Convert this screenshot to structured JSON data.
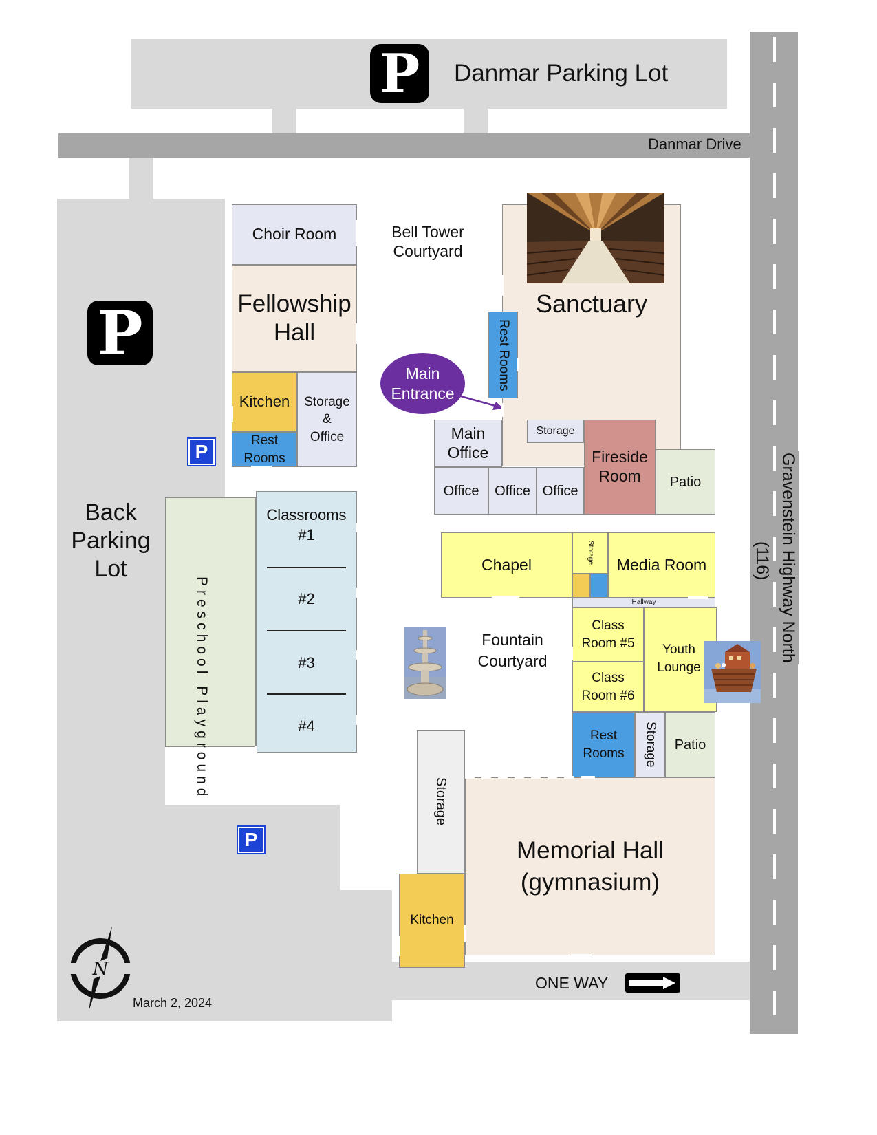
{
  "top_parking": {
    "label": "Danmar Parking Lot",
    "parking_symbol": "P"
  },
  "roads": {
    "danmar_drive": "Danmar Drive",
    "highway": "Gravenstein Highway North",
    "highway_number": "(116)",
    "one_way": "ONE WAY"
  },
  "back_parking": {
    "label_lines": [
      "Back",
      "Parking",
      "Lot"
    ],
    "parking_symbol": "P",
    "accessible_symbol": "P"
  },
  "lower_parking": {
    "accessible_symbol": "P"
  },
  "rooms": {
    "choir_room": "Choir Room",
    "fellowship_hall_lines": [
      "Fellowship",
      "Hall"
    ],
    "kitchen_north": "Kitchen",
    "rest_rooms_north_lines": [
      "Rest",
      "Rooms"
    ],
    "storage_office_lines": [
      "Storage",
      "&",
      "Office"
    ],
    "classrooms_1_lines": [
      "Classrooms",
      "#1"
    ],
    "classroom_2": "#2",
    "classroom_3": "#3",
    "classroom_4": "#4",
    "preschool_playground": "Preschool Playground",
    "bell_tower_lines": [
      "Bell Tower",
      "Courtyard"
    ],
    "sanctuary": "Sanctuary",
    "rest_rooms_sanctuary": "Rest Rooms",
    "main_entrance_lines": [
      "Main",
      "Entrance"
    ],
    "main_office_lines": [
      "Main",
      "Office"
    ],
    "office_1": "Office",
    "office_2": "Office",
    "office_3": "Office",
    "storage_small": "Storage",
    "fireside_room_lines": [
      "Fireside",
      "Room"
    ],
    "patio_north": "Patio",
    "chapel": "Chapel",
    "storage_tiny": "Storage",
    "media_room": "Media Room",
    "hallway": "Hallway",
    "class_room_5_lines": [
      "Class",
      "Room #5"
    ],
    "class_room_6_lines": [
      "Class",
      "Room #6"
    ],
    "youth_lounge_lines": [
      "Youth",
      "Lounge"
    ],
    "fountain_courtyard_lines": [
      "Fountain",
      "Courtyard"
    ],
    "rest_rooms_south_lines": [
      "Rest",
      "Rooms"
    ],
    "storage_south": "Storage",
    "patio_south": "Patio",
    "storage_gym": "Storage",
    "memorial_hall_lines": [
      "Memorial Hall",
      "(gymnasium)"
    ],
    "kitchen_south": "Kitchen"
  },
  "date": "March 2, 2024",
  "colors": {
    "parking_gray": "#d9d9d9",
    "road_gray": "#a6a6a6",
    "light_blue_gray": "#e5e8f2",
    "beige": "#f6ebe0",
    "kitchen_gold": "#f2cc55",
    "restroom_blue": "#4a9de0",
    "classroom_blue": "#d8e8ef",
    "playground_green": "#e5ecd9",
    "fireside_rose": "#cf928c",
    "yellow_room": "#ffff99",
    "entrance_purple": "#6b2fa0",
    "accessible_blue": "#1d43d6"
  },
  "icons": [
    "parking-sign-icon",
    "accessible-parking-icon",
    "compass-north-icon",
    "one-way-arrow-icon",
    "sanctuary-photo-icon",
    "fountain-icon",
    "ark-icon"
  ]
}
